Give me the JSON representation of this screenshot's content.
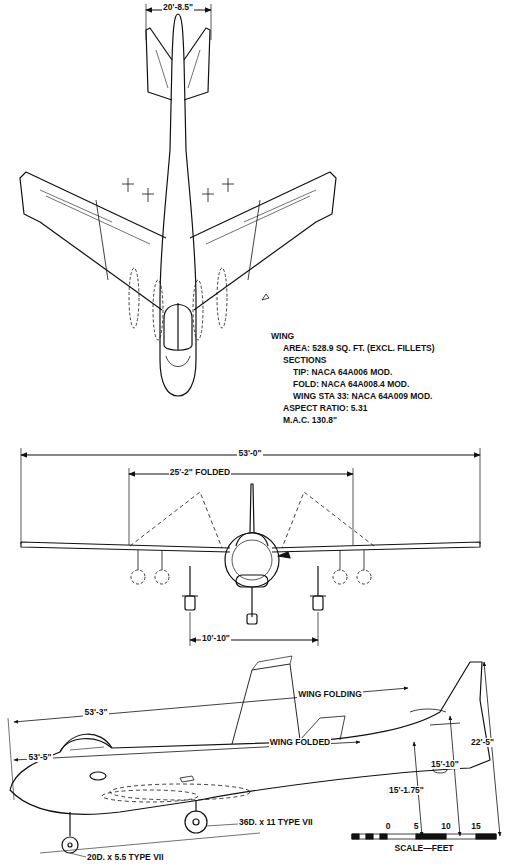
{
  "diagram": {
    "labels": [
      "20'-8.5\"",
      "WING",
      "AREA: 528.9 SQ. FT. (EXCL. FILLETS)",
      "SECTIONS",
      "TIP: NACA 64A006 MOD.",
      "FOLD: NACA 64A008.4 MOD.",
      "WING STA 33: NACA 64A009 MOD.",
      "ASPECT RATIO: 5.31",
      "M.A.C. 130.8\"",
      "53'-0\"",
      "25'-2\" FOLDED",
      "10'-10\"",
      "WING FOLDING",
      "53'-3\"",
      "53'-5\"",
      "WING FOLDED",
      "22'-5\"",
      "15'-10\"",
      "15'-1.75\"",
      "20D. x 5.5 TYPE VII",
      "36D. x 11 TYPE VII",
      "0",
      "5",
      "10",
      "15",
      "SCALE—FEET"
    ]
  }
}
